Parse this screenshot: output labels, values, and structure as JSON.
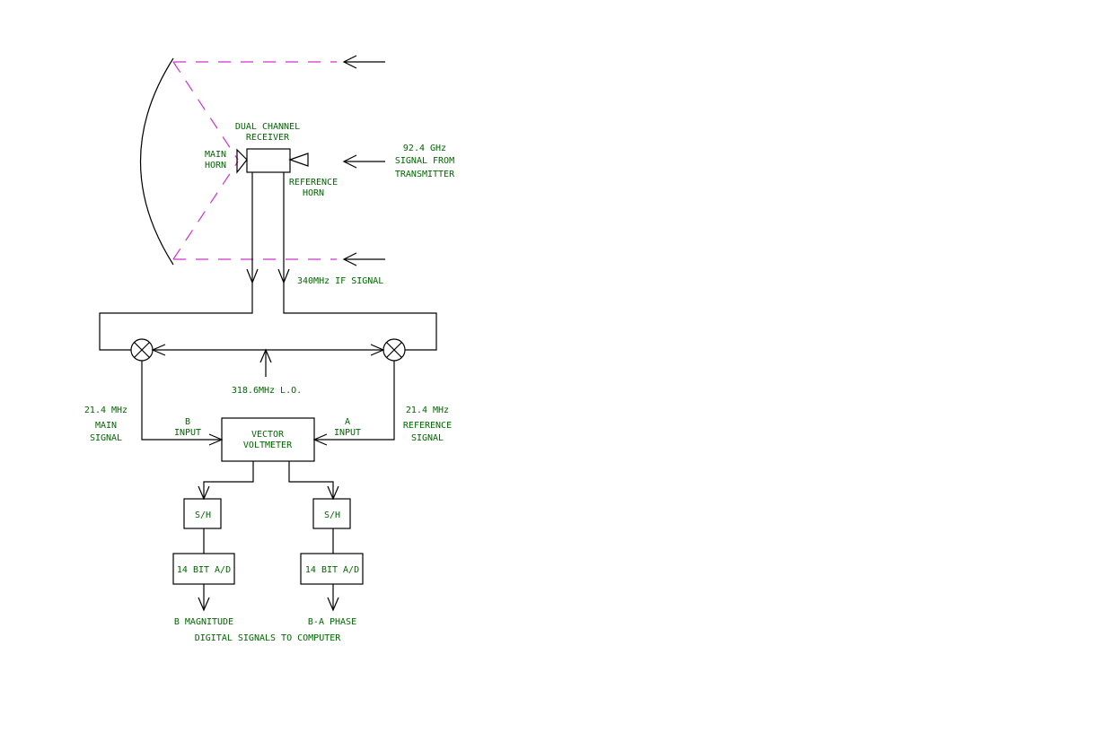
{
  "labels": {
    "receiver_line1": "DUAL CHANNEL",
    "receiver_line2": "RECEIVER",
    "main_horn_line1": "MAIN",
    "main_horn_line2": "HORN",
    "reference_horn_line1": "REFERENCE",
    "reference_horn_line2": "HORN",
    "signal_line1": "92.4 GHz",
    "signal_line2": "SIGNAL FROM",
    "signal_line3": "TRANSMITTER",
    "if_signal": "340MHz IF SIGNAL",
    "lo": "318.6MHz L.O.",
    "main_signal_line1": "21.4 MHz",
    "main_signal_line2": "MAIN",
    "main_signal_line3": "SIGNAL",
    "ref_signal_line1": "21.4 MHz",
    "ref_signal_line2": "REFERENCE",
    "ref_signal_line3": "SIGNAL",
    "b_input_line1": "B",
    "b_input_line2": "INPUT",
    "a_input_line1": "A",
    "a_input_line2": "INPUT",
    "vvm_line1": "VECTOR",
    "vvm_line2": "VOLTMETER",
    "sh_left": "S/H",
    "sh_right": "S/H",
    "ad_left": "14 BIT A/D",
    "ad_right": "14 BIT A/D",
    "out_left": "B MAGNITUDE",
    "out_right": "B-A PHASE",
    "digital": "DIGITAL SIGNALS TO COMPUTER"
  },
  "colors": {
    "text": "#006600",
    "lines": "#000000",
    "beam": "#cc33cc"
  }
}
